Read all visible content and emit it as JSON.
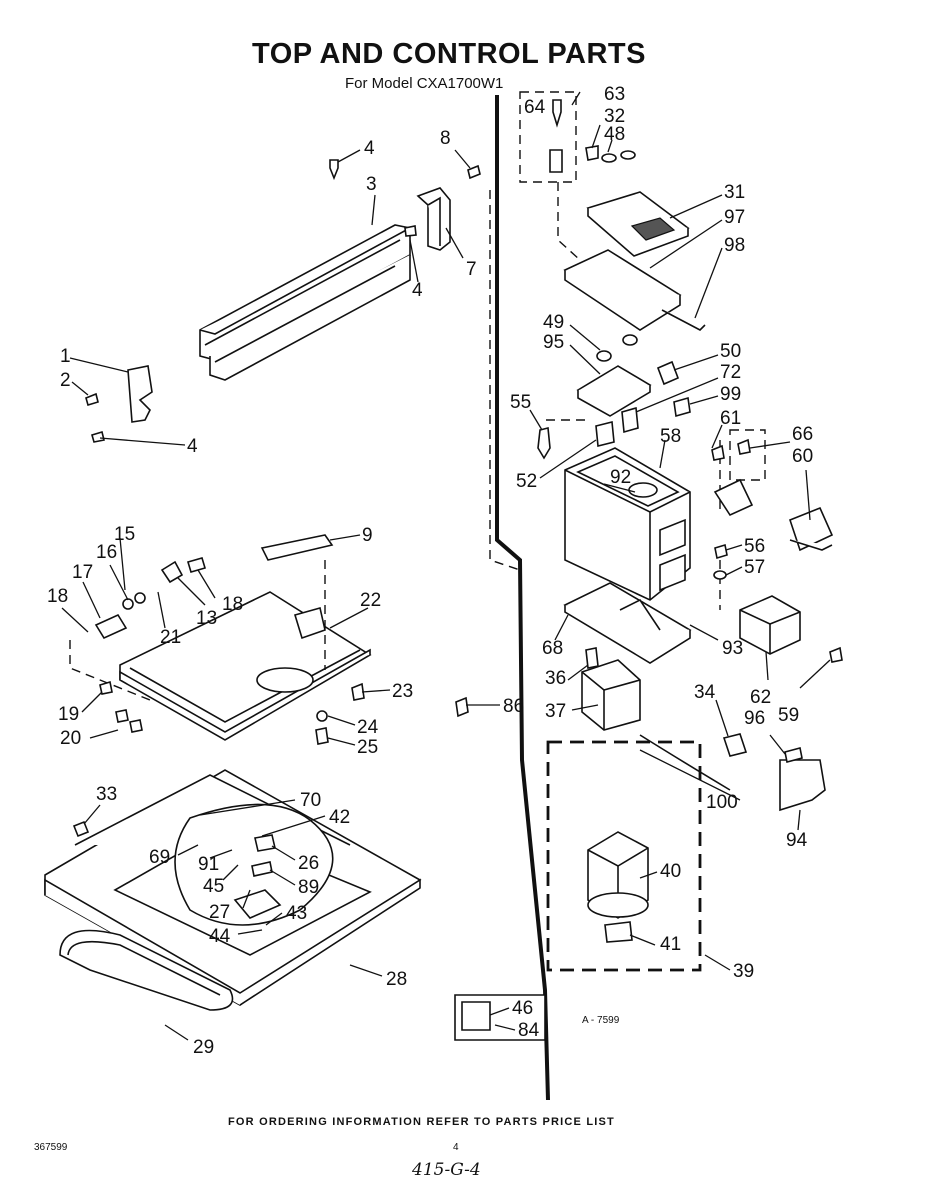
{
  "title": "TOP AND CONTROL PARTS",
  "subtitle": "For Model CXA1700W1",
  "drawing_code": "A - 7599",
  "footer": "FOR ORDERING INFORMATION REFER TO PARTS PRICE LIST",
  "doc_number": "367599",
  "page_number": "4",
  "handwritten_note": "415-G-4",
  "callouts": [
    "64",
    "63",
    "32",
    "48",
    "31",
    "97",
    "98",
    "8",
    "4",
    "3",
    "7",
    "4",
    "1",
    "2",
    "4",
    "49",
    "95",
    "50",
    "72",
    "99",
    "55",
    "61",
    "66",
    "58",
    "60",
    "92",
    "52",
    "15",
    "9",
    "16",
    "17",
    "13",
    "18",
    "18",
    "21",
    "22",
    "23",
    "19",
    "24",
    "20",
    "25",
    "56",
    "57",
    "68",
    "93",
    "86",
    "36",
    "37",
    "34",
    "96",
    "62",
    "59",
    "100",
    "94",
    "33",
    "70",
    "42",
    "69",
    "91",
    "26",
    "45",
    "89",
    "27",
    "43",
    "44",
    "28",
    "29",
    "40",
    "41",
    "39",
    "46",
    "84"
  ]
}
